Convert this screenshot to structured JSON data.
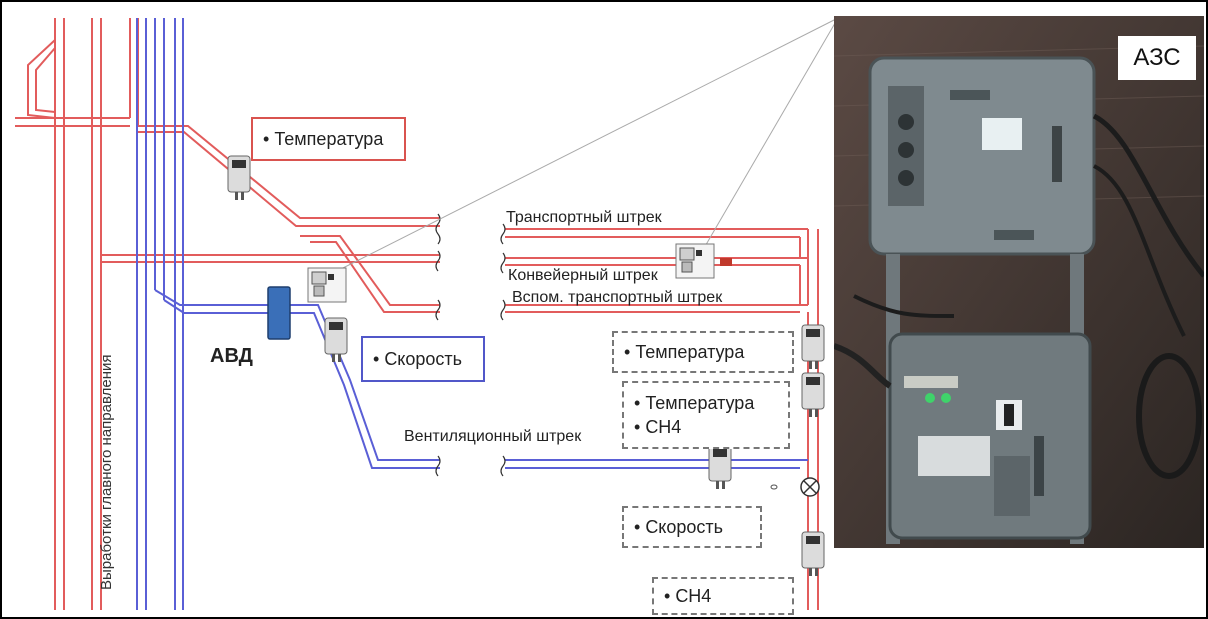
{
  "boxes": {
    "temp_top": [
      "Температура"
    ],
    "speed_mid": [
      "Скорость"
    ],
    "temp_right1": [
      "Температура"
    ],
    "temp_ch4": [
      "Температура",
      "CH4"
    ],
    "speed_bottom": [
      "Скорость"
    ],
    "ch4_bottom": [
      "CH4"
    ]
  },
  "labels": {
    "transport": "Транспортный штрек",
    "conveyor": "Конвейерный штрек",
    "aux_transport": "Вспом. транспортный штрек",
    "ventilation": "Вентиляционный штрек",
    "avd": "АВД",
    "main_direction": "Выработки главного направления",
    "azs": "АЗС"
  },
  "colors": {
    "red_line": "#e25c5c",
    "blue_line": "#5a5fd6",
    "avd_fill": "#3a6fb8"
  }
}
